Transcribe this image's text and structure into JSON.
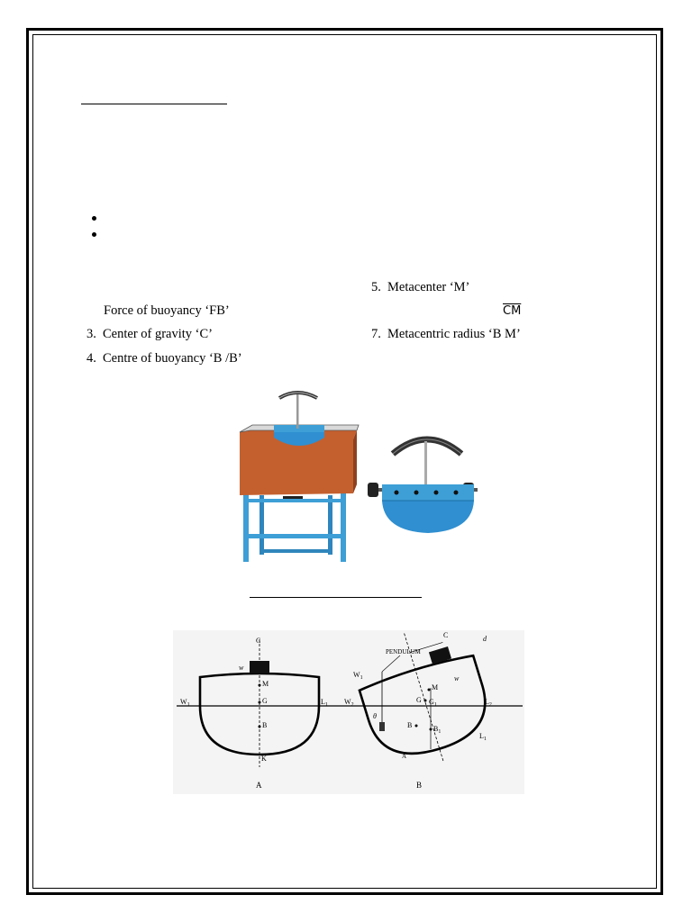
{
  "list": {
    "items_left": [
      {
        "num": "",
        "text": "Force of buoyancy ‘FB’"
      },
      {
        "num": "3.",
        "text": "Center of gravity ‘C’"
      },
      {
        "num": "4.",
        "text": "Centre of buoyancy ‘B  /B’"
      }
    ],
    "items_right": [
      {
        "num": "5.",
        "text": "Metacenter ‘M’"
      },
      {
        "num": "",
        "text": "CM"
      },
      {
        "num": "7.",
        "text": "Metacentric radius ‘B  M’"
      }
    ]
  },
  "diagram": {
    "label_a": "A",
    "label_b": "B",
    "pendulum": "PENDULUM",
    "labels_a": {
      "w": "w",
      "m": "M",
      "g": "G",
      "b": "B",
      "k": "K",
      "w1": "W",
      "w1_sub": "1",
      "l1": "L",
      "l1_sub": "1",
      "cl": "C"
    },
    "labels_b": {
      "w2": "W",
      "w2_sub": "2",
      "w1": "W",
      "w1_sub": "1",
      "m": "M",
      "g": "G",
      "g1": "G",
      "g1_sub": "1",
      "b": "B",
      "b1": "B",
      "b1_sub": "1",
      "l1": "L",
      "l1_sub": "1",
      "l2": "L",
      "l2_sub": "2",
      "w": "w",
      "d": "d",
      "cl": "C",
      "theta": "θ",
      "a": "A"
    }
  },
  "colors": {
    "tank": "#c4602e",
    "tank_dark": "#8e4120",
    "frame": "#3d9fd6",
    "pontoon": "#2f8fd0",
    "ink": "#000000"
  }
}
